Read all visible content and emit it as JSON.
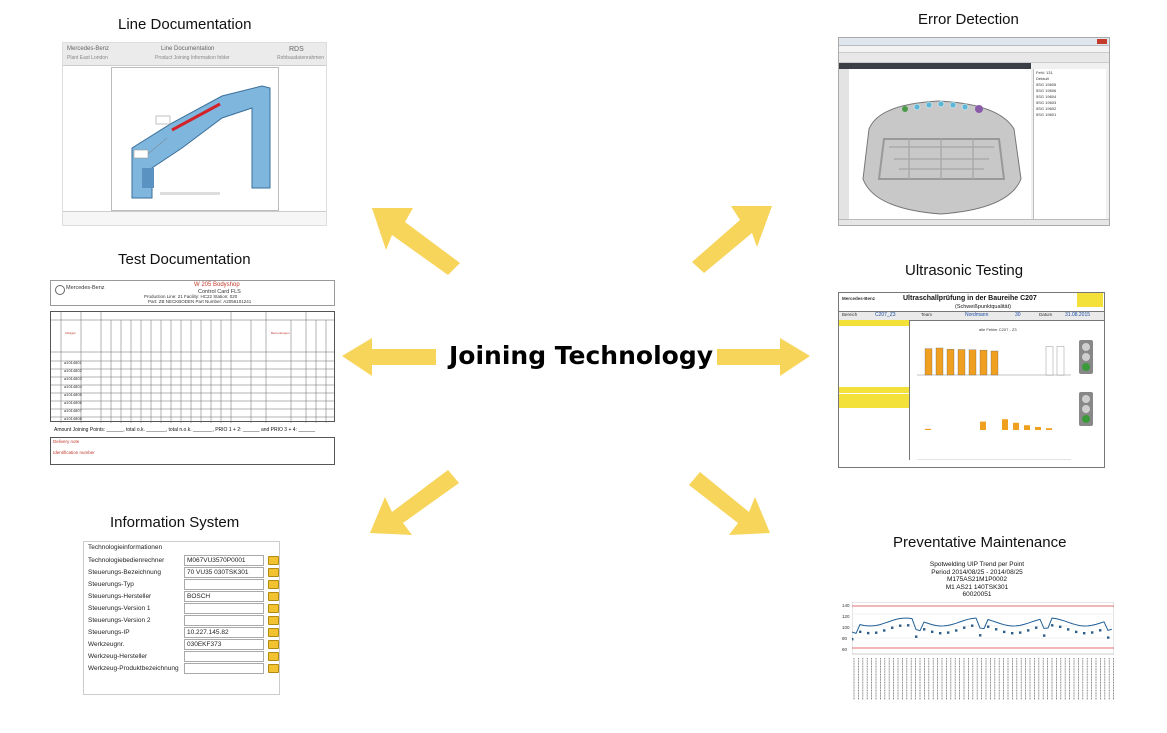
{
  "center": {
    "title": "Joining Technology"
  },
  "colors": {
    "arrow": "#f7d45a",
    "accent_red": "#c0392b",
    "bar_orange": "#f0a020"
  },
  "sections": {
    "line_doc": {
      "title": "Line Documentation",
      "header_left": [
        "Mercedes-Benz",
        "Plant East London"
      ],
      "header_center": [
        "Line Documentation",
        "Product Joining Information folder"
      ],
      "header_right": [
        "RDS",
        "Rohbaudatenrahmen"
      ]
    },
    "error_detection": {
      "title": "Error Detection",
      "side_items": [
        "Fehl: 131",
        "Default",
        "5SG 19605",
        "5SG 19606",
        "5SG 19604",
        "5SG 19603",
        "5SG 19602",
        "5SG 19601"
      ]
    },
    "test_doc": {
      "title": "Test Documentation",
      "brand": "Mercedes-Benz",
      "heading": "W 205 Bodyshop",
      "subheading": "Control Card FLS",
      "line1": "Production Line: 21   Facility: HC22   Station: 020",
      "line2": "Part: ZB NECKBODEN   Part Number: A2056101241",
      "rows": [
        "a1014801",
        "a1014802",
        "a1014803",
        "a1014804",
        "a1014805",
        "a1014806",
        "a1014807",
        "a1014808"
      ],
      "footer": "Amount Joining Points: ______, total o.k. _______, total n.o.k. _______, PRIO 1 + 2: ______ and  PRIO 3 + 4: ______",
      "delivery": "Delivery note",
      "ident": "Identification number"
    },
    "ultrasonic": {
      "title": "Ultrasonic Testing",
      "brand": "Mercedes-Benz",
      "heading": "Ultraschallprüfung in der Baureihe C207",
      "subheading": "(Schweißpunktqualität)",
      "row": [
        "Bereich",
        "C207_Z3",
        "Team",
        "Nordmann",
        "30",
        "Datum",
        "31.08.2015"
      ],
      "chart1_label": "alle Fehler C207 - Z3",
      "chart1_values": [
        88,
        90,
        86,
        85,
        84,
        83,
        80,
        0,
        0,
        0,
        0,
        95,
        95
      ],
      "chart2_values": [
        2,
        0,
        0,
        0,
        0,
        14,
        0,
        18,
        12,
        8,
        5,
        3
      ]
    },
    "info_system": {
      "title": "Information System",
      "header": "Technologieinformationen",
      "rows": [
        {
          "label": "Technologiebedienrechner",
          "value": "M067VU3570P0001"
        },
        {
          "label": "Steuerungs-Bezeichnung",
          "value": "70 VU35 030TSK301"
        },
        {
          "label": "Steuerungs-Typ",
          "value": ""
        },
        {
          "label": "Steuerungs-Hersteller",
          "value": "BOSCH"
        },
        {
          "label": "Steuerungs-Version 1",
          "value": ""
        },
        {
          "label": "Steuerungs-Version 2",
          "value": ""
        },
        {
          "label": "Steuerungs-IP",
          "value": "10.227.145.82"
        },
        {
          "label": "Werkzeugnr.",
          "value": "030EKF373"
        },
        {
          "label": "Werkzeug-Hersteller",
          "value": ""
        },
        {
          "label": "Werkzeug-Produktbezeichnung",
          "value": ""
        }
      ]
    },
    "maintenance": {
      "title": "Preventative Maintenance",
      "lines": [
        "Spotwelding UIP Trend per Point",
        "Period 2014/08/25 - 2014/08/25",
        "M175AS21M1P0002",
        "M1 AS21 140TSK301",
        "60020051"
      ],
      "y_ticks": [
        "140",
        "120",
        "100",
        "80",
        "60"
      ]
    }
  }
}
